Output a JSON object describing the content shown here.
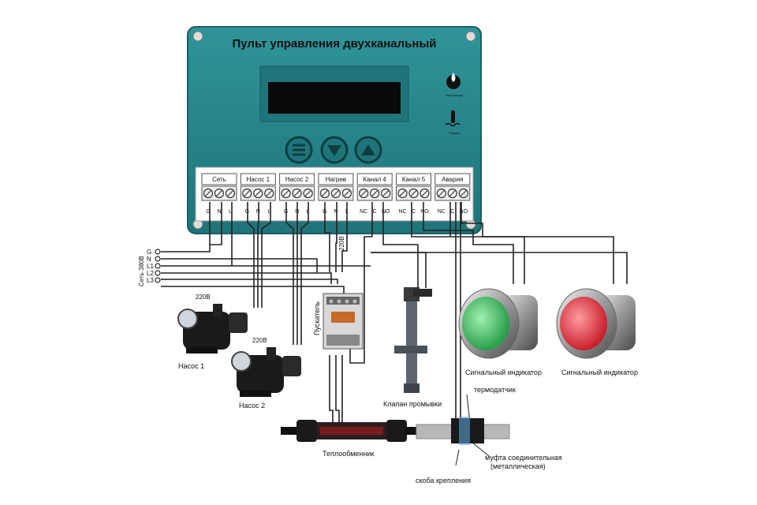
{
  "panel": {
    "title": "Пульт управления двухканальный",
    "icons": [
      {
        "name": "filtration-icon",
        "caption": "Фильтрация"
      },
      {
        "name": "heating-icon",
        "caption": "Нагрев"
      }
    ],
    "buttons": [
      "menu",
      "down",
      "up"
    ]
  },
  "terminal_groups": [
    {
      "label": "Сеть",
      "pins": [
        "G",
        "N",
        "L"
      ]
    },
    {
      "label": "Насос 1",
      "pins": [
        "G",
        "N",
        "L"
      ]
    },
    {
      "label": "Насос 2",
      "pins": [
        "G",
        "N",
        "L"
      ]
    },
    {
      "label": "Нагрев",
      "pins": [
        "G",
        "N",
        "L"
      ]
    },
    {
      "label": "Канал 4",
      "pins": [
        "NC",
        "C",
        "NO"
      ]
    },
    {
      "label": "Канал 5",
      "pins": [
        "NC",
        "C",
        "NO"
      ]
    },
    {
      "label": "Авария",
      "pins": [
        "NC",
        "C",
        "NO"
      ]
    }
  ],
  "mains": {
    "label": "Сеть 380В",
    "lines": [
      "G",
      "N",
      "L1",
      "L2",
      "L3"
    ]
  },
  "voltage_220_label": "220В",
  "components": {
    "pump1": {
      "label": "Насос 1",
      "voltage": "220В"
    },
    "pump2": {
      "label": "Насос 2",
      "voltage": "220В"
    },
    "contactor": {
      "label": "Пускатель"
    },
    "valve": {
      "label": "Клапан промывки"
    },
    "indicator_green": {
      "label": "Сигнальный индикатор",
      "color": "#3cc46a"
    },
    "indicator_red": {
      "label": "Сигнальный индикатор",
      "color": "#e8404a"
    },
    "heat_exchanger": {
      "label": "Теплообменник"
    },
    "thermosensor": {
      "label": "термодатчик"
    },
    "coupling": {
      "label": "муфта соединительная (металлическая)"
    },
    "clamp": {
      "label": "скоба крепления"
    }
  },
  "colors": {
    "panel": "#2a8a8f",
    "panel_dark": "#1c6b70",
    "display": "#0a0a0a",
    "wire": "#222222"
  }
}
